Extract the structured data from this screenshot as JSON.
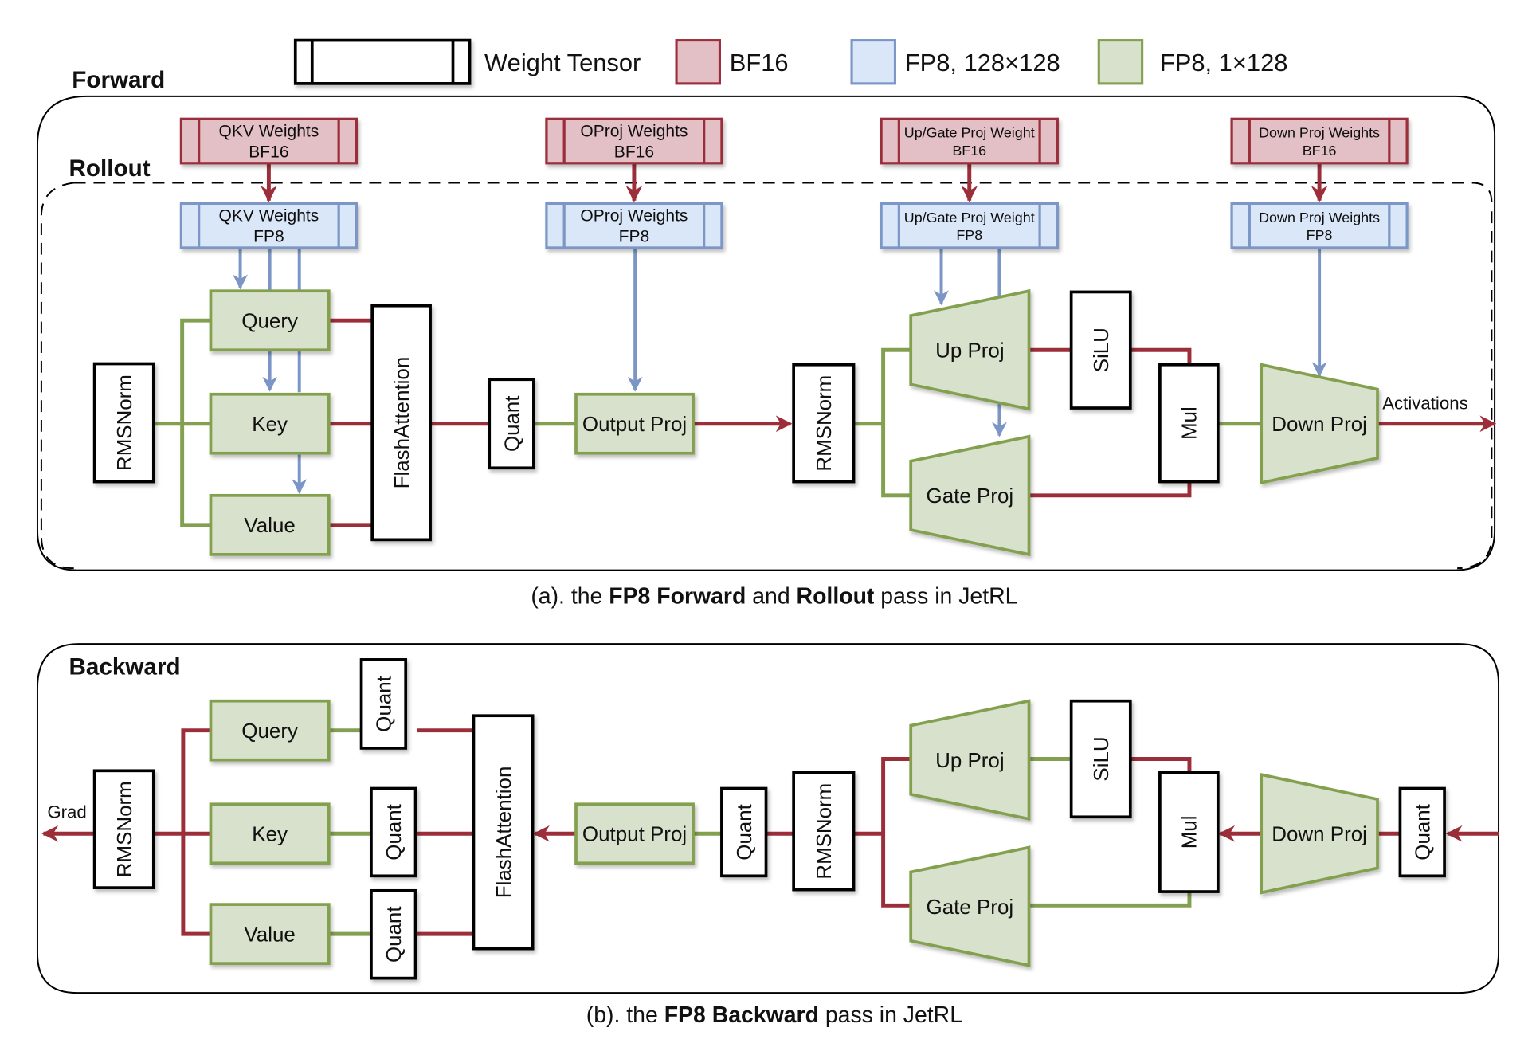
{
  "colors": {
    "bf16_fill": "#E2C0C5",
    "bf16_stroke": "#9C2E3A",
    "fp8_block_fill": "#DAE7F8",
    "fp8_block_stroke": "#7B96C6",
    "fp8_tile_fill": "#D7E1CB",
    "fp8_tile_stroke": "#83A050",
    "red_arrow": "#9C2E3A",
    "blue_arrow": "#7B96C6",
    "green_line": "#83A050",
    "op_stroke": "#000000",
    "op_fill": "#FFFFFF"
  },
  "legend": {
    "items": [
      {
        "key": "weight_tensor",
        "label": "Weight Tensor"
      },
      {
        "key": "bf16",
        "label": "BF16"
      },
      {
        "key": "fp8_128x128",
        "label": "FP8, 128×128"
      },
      {
        "key": "fp8_1x128",
        "label": "FP8, 1×128"
      }
    ]
  },
  "forward": {
    "title": "Forward",
    "rollout_title": "Rollout",
    "caption": {
      "prefix": "(a). the ",
      "bold1": "FP8 Forward",
      "mid": " and ",
      "bold2": "Rollout",
      "suffix": " pass in JetRL"
    },
    "weights_bf16": [
      {
        "id": "qkv_bf16",
        "line1": "QKV Weights",
        "line2": "BF16"
      },
      {
        "id": "oproj_bf16",
        "line1": "OProj Weights",
        "line2": "BF16"
      },
      {
        "id": "upgate_bf16",
        "line1": "Up/Gate Proj Weight",
        "line2": "BF16"
      },
      {
        "id": "down_bf16",
        "line1": "Down Proj Weights",
        "line2": "BF16"
      }
    ],
    "weights_fp8": [
      {
        "id": "qkv_fp8",
        "line1": "QKV Weights",
        "line2": "FP8"
      },
      {
        "id": "oproj_fp8",
        "line1": "OProj Weights",
        "line2": "FP8"
      },
      {
        "id": "upgate_fp8",
        "line1": "Up/Gate Proj Weight",
        "line2": "FP8"
      },
      {
        "id": "down_fp8",
        "line1": "Down Proj Weights",
        "line2": "FP8"
      }
    ],
    "nodes": {
      "rmsnorm1": "RMSNorm",
      "query": "Query",
      "key": "Key",
      "value": "Value",
      "flashattn": "FlashAttention",
      "quant": "Quant",
      "output_proj": "Output Proj",
      "rmsnorm2": "RMSNorm",
      "up_proj": "Up Proj",
      "gate_proj": "Gate Proj",
      "silu": "SiLU",
      "mul": "Mul",
      "down_proj": "Down Proj"
    },
    "output_label": "Activations"
  },
  "backward": {
    "title": "Backward",
    "caption": {
      "prefix": "(b). the ",
      "bold1": "FP8 Backward",
      "suffix": " pass in JetRL"
    },
    "nodes": {
      "rmsnorm1": "RMSNorm",
      "query": "Query",
      "key": "Key",
      "value": "Value",
      "quant_q": "Quant",
      "quant_k": "Quant",
      "quant_v": "Quant",
      "flashattn": "FlashAttention",
      "output_proj": "Output Proj",
      "quant_o": "Quant",
      "rmsnorm2": "RMSNorm",
      "up_proj": "Up Proj",
      "gate_proj": "Gate Proj",
      "silu": "SiLU",
      "mul": "Mul",
      "down_proj": "Down Proj",
      "quant_in": "Quant"
    },
    "output_label": "Grad"
  }
}
